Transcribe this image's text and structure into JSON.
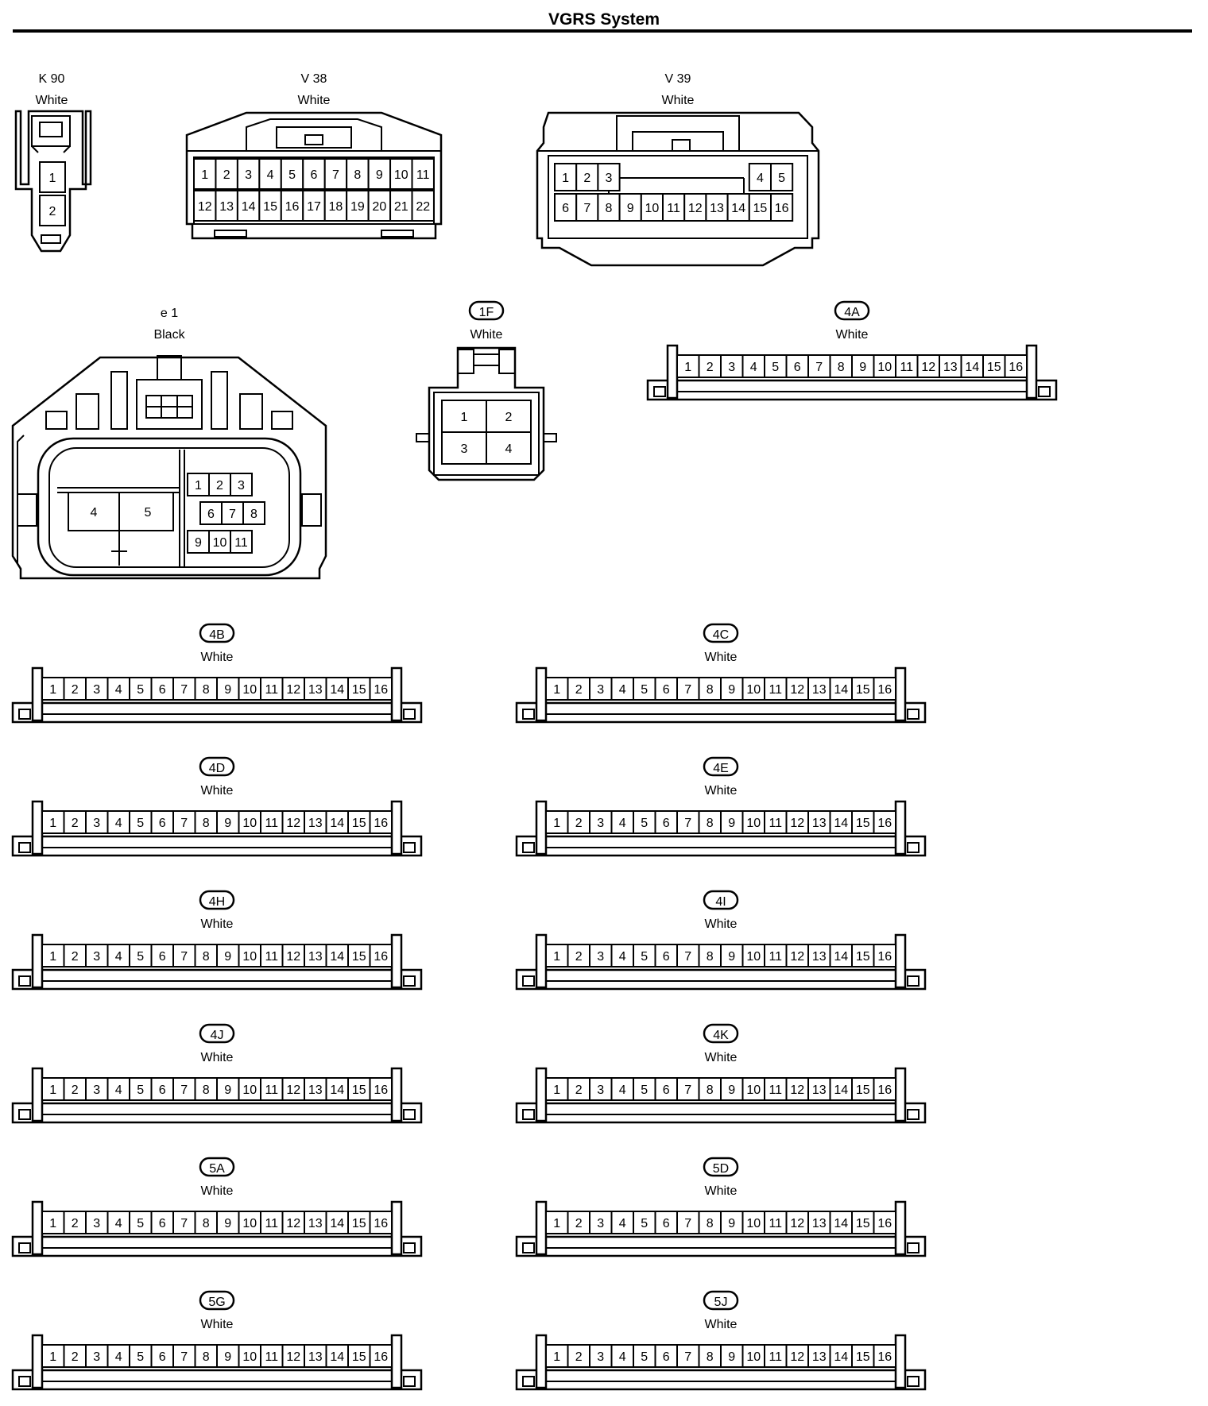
{
  "title": "VGRS System",
  "top_connectors": [
    {
      "id": "K 90",
      "color": "White",
      "pins_row1": [
        "1"
      ],
      "pins_row2": [
        "2"
      ]
    },
    {
      "id": "V 38",
      "color": "White",
      "pins_row1": [
        "1",
        "2",
        "3",
        "4",
        "5",
        "6",
        "7",
        "8",
        "9",
        "10",
        "11"
      ],
      "pins_row2": [
        "12",
        "13",
        "14",
        "15",
        "16",
        "17",
        "18",
        "19",
        "20",
        "21",
        "22"
      ]
    },
    {
      "id": "V 39",
      "color": "White",
      "pins_row1": [
        "1",
        "2",
        "3",
        "4",
        "5"
      ],
      "pins_row2": [
        "6",
        "7",
        "8",
        "9",
        "10",
        "11",
        "12",
        "13",
        "14",
        "15",
        "16"
      ]
    }
  ],
  "mid_connectors": [
    {
      "id": "e 1",
      "color": "Black",
      "large_pins": [
        "4",
        "5"
      ],
      "small_row1": [
        "1",
        "2",
        "3"
      ],
      "small_row2": [
        "6",
        "7",
        "8"
      ],
      "small_row3": [
        "9",
        "10",
        "11"
      ]
    },
    {
      "id": "1F",
      "color": "White",
      "pins": [
        "1",
        "2",
        "3",
        "4"
      ]
    }
  ],
  "strip_pins": [
    "1",
    "2",
    "3",
    "4",
    "5",
    "6",
    "7",
    "8",
    "9",
    "10",
    "11",
    "12",
    "13",
    "14",
    "15",
    "16"
  ],
  "strip_connectors": [
    {
      "id": "4A",
      "color": "White"
    },
    {
      "id": "4B",
      "color": "White"
    },
    {
      "id": "4C",
      "color": "White"
    },
    {
      "id": "4D",
      "color": "White"
    },
    {
      "id": "4E",
      "color": "White"
    },
    {
      "id": "4H",
      "color": "White"
    },
    {
      "id": "4I",
      "color": "White"
    },
    {
      "id": "4J",
      "color": "White"
    },
    {
      "id": "4K",
      "color": "White"
    },
    {
      "id": "5A",
      "color": "White"
    },
    {
      "id": "5D",
      "color": "White"
    },
    {
      "id": "5G",
      "color": "White"
    },
    {
      "id": "5J",
      "color": "White"
    }
  ]
}
